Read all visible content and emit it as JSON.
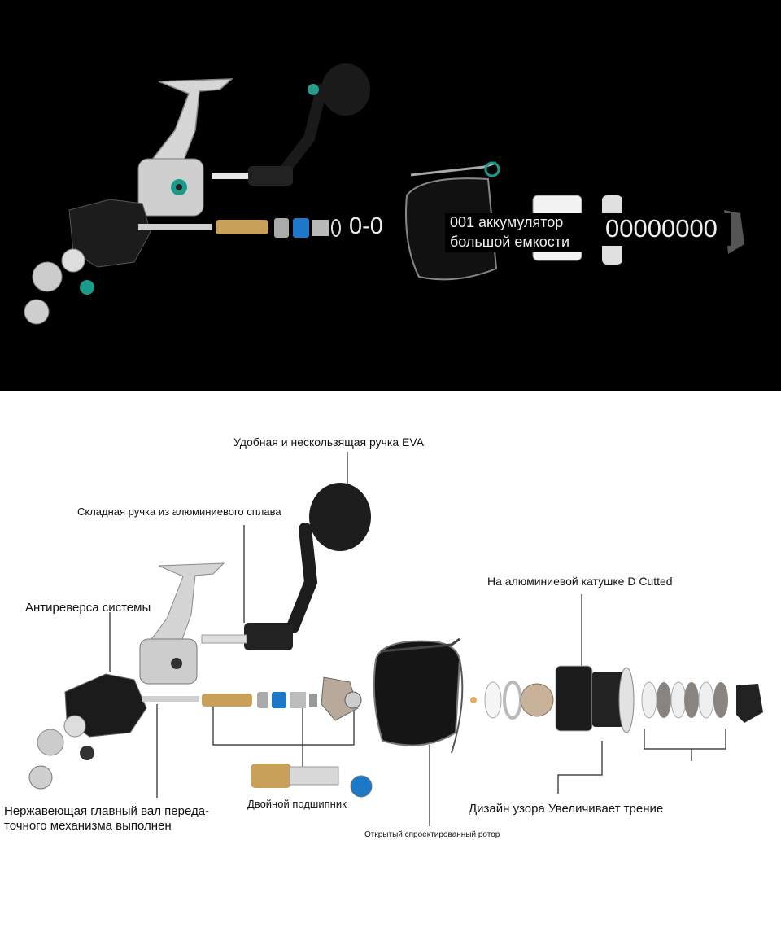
{
  "top_overlay": {
    "code_left": "0-0",
    "accumulator_line1": "001 аккумулятор",
    "accumulator_line2": "большой емкости",
    "code_right": "00000000"
  },
  "labels": {
    "eva_handle": "Удобная и нескользящая ручка EVA",
    "folding_handle": "Складная ручка из алюминиевого сплава",
    "anti_reverse": "Антиреверса системы",
    "aluminum_spool": "На алюминиевой катушке D Cutted",
    "main_shaft_line1": "Нержавеющая главный вал переда-",
    "main_shaft_line2": "точного механизма выполнен",
    "double_bearing": "Двойной подшипник",
    "open_rotor": "Открытый спроектированный ротор",
    "pattern_design": "Дизайн узора Увеличивает трение"
  }
}
